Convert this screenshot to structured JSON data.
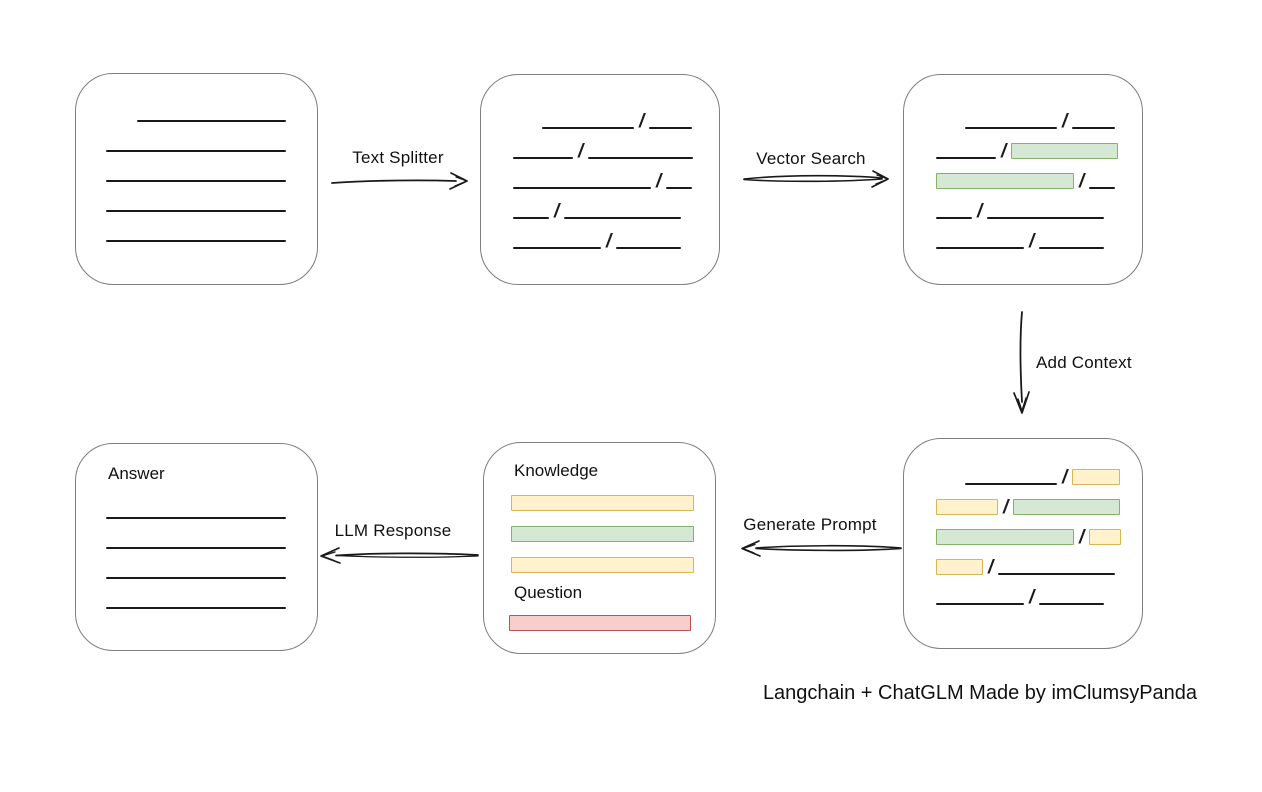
{
  "caption": "Langchain + ChatGLM Made by imClumsyPanda",
  "separator": "/",
  "labels": {
    "text_splitter": "Text Splitter",
    "vector_search": "Vector Search",
    "add_context": "Add Context",
    "generate_prompt": "Generate Prompt",
    "llm_response": "LLM Response",
    "knowledge": "Knowledge",
    "question": "Question",
    "answer": "Answer"
  },
  "colors": {
    "line": "#1a1a1a",
    "box-border": "#7e7e7e",
    "green-fill": "#d5e8d4",
    "green-border": "#82b366",
    "yellow-fill": "#fff2cc",
    "yellow-border": "#d6b656",
    "red-fill": "#f8cecc",
    "red-border": "#b85450"
  },
  "boxes": {
    "document": {
      "rows": [
        {
          "indent": 31,
          "segs": [
            {
              "t": "line",
              "w": 149
            }
          ]
        },
        {
          "segs": [
            {
              "t": "line",
              "w": 180
            }
          ]
        },
        {
          "segs": [
            {
              "t": "line",
              "w": 180
            }
          ]
        },
        {
          "segs": [
            {
              "t": "line",
              "w": 180
            }
          ]
        },
        {
          "segs": [
            {
              "t": "line",
              "w": 180
            }
          ]
        }
      ]
    },
    "chunks": {
      "rows": [
        {
          "indent": 29,
          "segs": [
            {
              "t": "line",
              "w": 92
            },
            {
              "t": "slash"
            },
            {
              "t": "line",
              "w": 43
            }
          ]
        },
        {
          "segs": [
            {
              "t": "line",
              "w": 60
            },
            {
              "t": "slash"
            },
            {
              "t": "line",
              "w": 105
            }
          ]
        },
        {
          "segs": [
            {
              "t": "line",
              "w": 138
            },
            {
              "t": "slash"
            },
            {
              "t": "line",
              "w": 26
            }
          ]
        },
        {
          "segs": [
            {
              "t": "line",
              "w": 36
            },
            {
              "t": "slash"
            },
            {
              "t": "line",
              "w": 117
            }
          ]
        },
        {
          "segs": [
            {
              "t": "line",
              "w": 88
            },
            {
              "t": "slash"
            },
            {
              "t": "line",
              "w": 65
            }
          ]
        }
      ]
    },
    "matched_chunks": {
      "rows": [
        {
          "indent": 29,
          "segs": [
            {
              "t": "line",
              "w": 92
            },
            {
              "t": "slash"
            },
            {
              "t": "line",
              "w": 43
            }
          ]
        },
        {
          "segs": [
            {
              "t": "line",
              "w": 60
            },
            {
              "t": "slash"
            },
            {
              "t": "green",
              "w": 107
            }
          ]
        },
        {
          "segs": [
            {
              "t": "green",
              "w": 138
            },
            {
              "t": "slash"
            },
            {
              "t": "line",
              "w": 26
            }
          ]
        },
        {
          "segs": [
            {
              "t": "line",
              "w": 36
            },
            {
              "t": "slash"
            },
            {
              "t": "line",
              "w": 117
            }
          ]
        },
        {
          "segs": [
            {
              "t": "line",
              "w": 88
            },
            {
              "t": "slash"
            },
            {
              "t": "line",
              "w": 65
            }
          ]
        }
      ]
    },
    "context_chunks": {
      "rows": [
        {
          "indent": 29,
          "segs": [
            {
              "t": "line",
              "w": 92
            },
            {
              "t": "slash"
            },
            {
              "t": "yellow",
              "w": 48
            }
          ]
        },
        {
          "segs": [
            {
              "t": "yellow",
              "w": 62
            },
            {
              "t": "slash"
            },
            {
              "t": "green",
              "w": 107
            }
          ]
        },
        {
          "segs": [
            {
              "t": "green",
              "w": 138
            },
            {
              "t": "slash"
            },
            {
              "t": "yellow",
              "w": 32
            }
          ]
        },
        {
          "segs": [
            {
              "t": "yellow",
              "w": 47
            },
            {
              "t": "slash"
            },
            {
              "t": "line",
              "w": 117
            }
          ]
        },
        {
          "segs": [
            {
              "t": "line",
              "w": 88
            },
            {
              "t": "slash"
            },
            {
              "t": "line",
              "w": 65
            }
          ]
        }
      ]
    },
    "answer": {
      "rows": [
        {
          "segs": [
            {
              "t": "line",
              "w": 180
            }
          ]
        },
        {
          "segs": [
            {
              "t": "line",
              "w": 180
            }
          ]
        },
        {
          "segs": [
            {
              "t": "line",
              "w": 180
            }
          ]
        },
        {
          "segs": [
            {
              "t": "line",
              "w": 180
            }
          ]
        }
      ]
    }
  }
}
